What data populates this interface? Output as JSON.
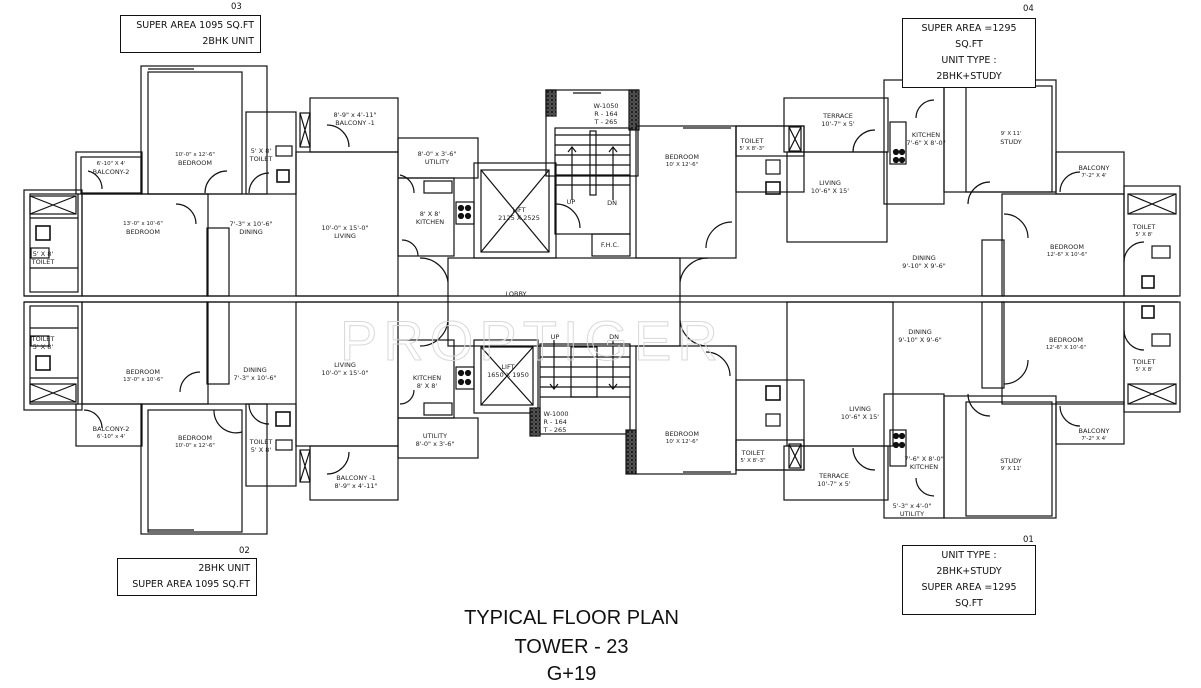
{
  "title": {
    "line1": "TYPICAL FLOOR PLAN",
    "line2": "TOWER - 23",
    "line3": "G+19"
  },
  "watermark": "PROPTIGER",
  "units": {
    "u03": {
      "number": "03",
      "line1": "SUPER AREA 1095 SQ.FT",
      "line2": "2BHK UNIT"
    },
    "u04": {
      "number": "04",
      "line1": "SUPER AREA =1295 SQ.FT",
      "line2": "UNIT TYPE : 2BHK+STUDY"
    },
    "u02": {
      "number": "02",
      "line1": "2BHK UNIT",
      "line2": "SUPER AREA 1095 SQ.FT"
    },
    "u01": {
      "number": "01",
      "line1": "UNIT TYPE : 2BHK+STUDY",
      "line2": "SUPER AREA =1295 SQ.FT"
    }
  },
  "rooms": {
    "u03_bedroom1": {
      "name": "BEDROOM",
      "dim": "10'-0\" x 12'-6\""
    },
    "u03_balcony2": {
      "name": "BALCONY-2",
      "dim": "6'-10\" X 4'"
    },
    "u03_toilet1": {
      "name": "TOILET",
      "dim": "5' X 8'"
    },
    "u03_balcony1": {
      "name": "BALCONY -1",
      "dim": "8'-9\" x 4'-11\""
    },
    "u03_utility": {
      "name": "UTILITY",
      "dim": "8'-0\" x 3'-6\""
    },
    "u03_kitchen": {
      "name": "KITCHEN",
      "dim": "8' X 8'"
    },
    "u03_bedroom2": {
      "name": "BEDROOM",
      "dim": "13'-0\" x 10'-6\""
    },
    "u03_toilet2": {
      "name": "TOILET",
      "dim": "5' X 8'"
    },
    "u03_dining": {
      "name": "DINING",
      "dim": "7'-3\" x 10'-6\""
    },
    "u03_living": {
      "name": "LIVING",
      "dim": "10'-0\" x 15'-0\""
    },
    "core_stair_top": {
      "w": "W-1050",
      "r": "R - 164",
      "t": "T - 265"
    },
    "core_lift_top": {
      "name": "LIFT",
      "dim": "2125 X 2525"
    },
    "core_up_top": "UP",
    "core_dn_top": "DN",
    "core_fhc": "F.H.C.",
    "core_lobby": "LOBBY",
    "core_stair_bot": {
      "w": "W-1000",
      "r": "R - 164",
      "t": "T - 265"
    },
    "core_lift_bot": {
      "name": "LIFT",
      "dim": "1650 X 1950"
    },
    "core_up_bot": "UP",
    "core_dn_bot": "DN",
    "u04_bedroom_core": {
      "name": "BEDROOM",
      "dim": "10' X 12'-6\""
    },
    "u04_toilet_core": {
      "name": "TOILET",
      "dim": "5' X 8'-3\""
    },
    "u04_terrace": {
      "name": "TERRACE",
      "dim": "10'-7\" x 5'"
    },
    "u04_kitchen": {
      "name": "KITCHEN",
      "dim": "7'-6\" X 8'-0\""
    },
    "u04_study": {
      "name": "STUDY",
      "dim": "9' X 11'"
    },
    "u04_living": {
      "name": "LIVING",
      "dim": "10'-6\" X 15'"
    },
    "u04_balcony": {
      "name": "BALCONY",
      "dim": "7'-2\" X 4'"
    },
    "u04_toilet": {
      "name": "TOILET",
      "dim": "5' X 8'"
    },
    "u04_dining": {
      "name": "DINING",
      "dim": "9'-10\" X 9'-6\""
    },
    "u04_bedroom": {
      "name": "BEDROOM",
      "dim": "12'-6\" X 10'-6\""
    },
    "u02_toilet": {
      "name": "TOILET",
      "dim": "5' X 8'"
    },
    "u02_bedroom1": {
      "name": "BEDROOM",
      "dim": "13'-0\" x 10'-6\""
    },
    "u02_dining": {
      "name": "DINING",
      "dim": "7'-3\" x 10'-6\""
    },
    "u02_living": {
      "name": "LIVING",
      "dim": "10'-0\" x 15'-0\""
    },
    "u02_kitchen": {
      "name": "KITCHEN",
      "dim": "8' X 8'"
    },
    "u02_utility": {
      "name": "UTILITY",
      "dim": "8'-0\" x 3'-6\""
    },
    "u02_balcony2": {
      "name": "BALCONY-2",
      "dim": "6'-10\" x 4'"
    },
    "u02_bedroom2": {
      "name": "BEDROOM",
      "dim": "10'-0\" x 12'-6\""
    },
    "u02_toilet2": {
      "name": "TOILET",
      "dim": "5' X 8'"
    },
    "u02_balcony1": {
      "name": "BALCONY -1",
      "dim": "8'-9\" x 4'-11\""
    },
    "u01_bedroom_core": {
      "name": "BEDROOM",
      "dim": "10' X 12'-6\""
    },
    "u01_toilet_core": {
      "name": "TOILET",
      "dim": "5' X 8'-3\""
    },
    "u01_dining": {
      "name": "DINING",
      "dim": "9'-10\" X 9'-6\""
    },
    "u01_bedroom": {
      "name": "BEDROOM",
      "dim": "12'-6\" X 10'-6\""
    },
    "u01_toilet": {
      "name": "TOILET",
      "dim": "5' X 8'"
    },
    "u01_living": {
      "name": "LIVING",
      "dim": "10'-6\" X 15'"
    },
    "u01_balcony": {
      "name": "BALCONY",
      "dim": "7'-2\" X 4'"
    },
    "u01_terrace": {
      "name": "TERRACE",
      "dim": "10'-7\" x 5'"
    },
    "u01_kitchen": {
      "name": "KITCHEN",
      "dim": "7'-6\" X 8'-0\""
    },
    "u01_study": {
      "name": "STUDY",
      "dim": "9' X 11'"
    },
    "u01_utility": {
      "name": "UTILITY",
      "dim": "5'-3\" x 4'-0\""
    }
  }
}
